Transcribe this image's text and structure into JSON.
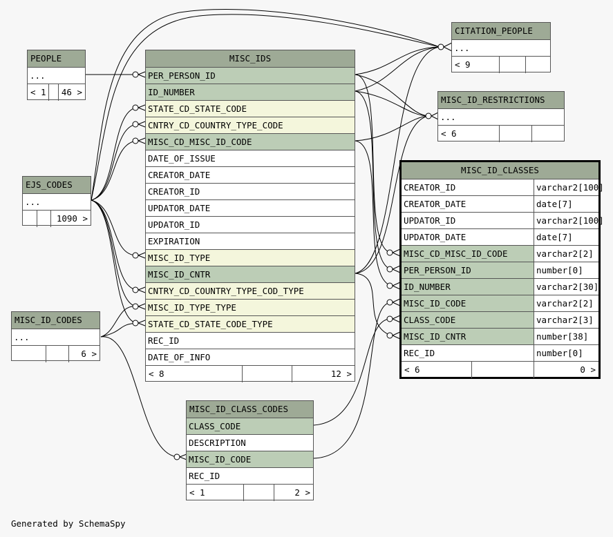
{
  "footer": {
    "generated_by": "Generated by SchemaSpy"
  },
  "tables": {
    "people": {
      "name": "PEOPLE",
      "ellipsis": "...",
      "foot_left": "< 1",
      "foot_right": "46 >"
    },
    "ejs_codes": {
      "name": "EJS_CODES",
      "ellipsis": "...",
      "foot_right": "1090 >"
    },
    "misc_id_codes": {
      "name": "MISC_ID_CODES",
      "ellipsis": "...",
      "foot_right": "6 >"
    },
    "citation_people": {
      "name": "CITATION_PEOPLE",
      "ellipsis": "...",
      "foot_left": "< 9"
    },
    "misc_id_restrictions": {
      "name": "MISC_ID_RESTRICTIONS",
      "ellipsis": "...",
      "foot_left": "< 6"
    },
    "misc_ids": {
      "name": "MISC_IDS",
      "columns": [
        {
          "name": "PER_PERSON_ID",
          "kind": "pk"
        },
        {
          "name": "ID_NUMBER",
          "kind": "pk"
        },
        {
          "name": "STATE_CD_STATE_CODE",
          "kind": "fk"
        },
        {
          "name": "CNTRY_CD_COUNTRY_TYPE_CODE",
          "kind": "fk"
        },
        {
          "name": "MISC_CD_MISC_ID_CODE",
          "kind": "pk"
        },
        {
          "name": "DATE_OF_ISSUE",
          "kind": "pl"
        },
        {
          "name": "CREATOR_DATE",
          "kind": "pl"
        },
        {
          "name": "CREATOR_ID",
          "kind": "pl"
        },
        {
          "name": "UPDATOR_DATE",
          "kind": "pl"
        },
        {
          "name": "UPDATOR_ID",
          "kind": "pl"
        },
        {
          "name": "EXPIRATION",
          "kind": "pl"
        },
        {
          "name": "MISC_ID_TYPE",
          "kind": "fk"
        },
        {
          "name": "MISC_ID_CNTR",
          "kind": "pk"
        },
        {
          "name": "CNTRY_CD_COUNTRY_TYPE_COD_TYPE",
          "kind": "fk"
        },
        {
          "name": "MISC_ID_TYPE_TYPE",
          "kind": "fk"
        },
        {
          "name": "STATE_CD_STATE_CODE_TYPE",
          "kind": "fk"
        },
        {
          "name": "REC_ID",
          "kind": "pl"
        },
        {
          "name": "DATE_OF_INFO",
          "kind": "pl"
        }
      ],
      "foot_left": "< 8",
      "foot_right": "12 >"
    },
    "misc_id_classes": {
      "name": "MISC_ID_CLASSES",
      "columns": [
        {
          "name": "CREATOR_ID",
          "type": "varchar2[100]",
          "kind": "pl"
        },
        {
          "name": "CREATOR_DATE",
          "type": "date[7]",
          "kind": "pl"
        },
        {
          "name": "UPDATOR_ID",
          "type": "varchar2[100]",
          "kind": "pl"
        },
        {
          "name": "UPDATOR_DATE",
          "type": "date[7]",
          "kind": "pl"
        },
        {
          "name": "MISC_CD_MISC_ID_CODE",
          "type": "varchar2[2]",
          "kind": "pk"
        },
        {
          "name": "PER_PERSON_ID",
          "type": "number[0]",
          "kind": "pk"
        },
        {
          "name": "ID_NUMBER",
          "type": "varchar2[30]",
          "kind": "pk"
        },
        {
          "name": "MISC_ID_CODE",
          "type": "varchar2[2]",
          "kind": "pk"
        },
        {
          "name": "CLASS_CODE",
          "type": "varchar2[3]",
          "kind": "pk"
        },
        {
          "name": "MISC_ID_CNTR",
          "type": "number[38]",
          "kind": "pk"
        },
        {
          "name": "REC_ID",
          "type": "number[0]",
          "kind": "pl"
        }
      ],
      "foot_left": "< 6",
      "foot_right": "0 >"
    },
    "misc_id_class_codes": {
      "name": "MISC_ID_CLASS_CODES",
      "columns": [
        {
          "name": "CLASS_CODE",
          "kind": "pk"
        },
        {
          "name": "DESCRIPTION",
          "kind": "pl"
        },
        {
          "name": "MISC_ID_CODE",
          "kind": "pk"
        },
        {
          "name": "REC_ID",
          "kind": "pl"
        }
      ],
      "foot_left": "< 1",
      "foot_right": "2 >"
    }
  }
}
